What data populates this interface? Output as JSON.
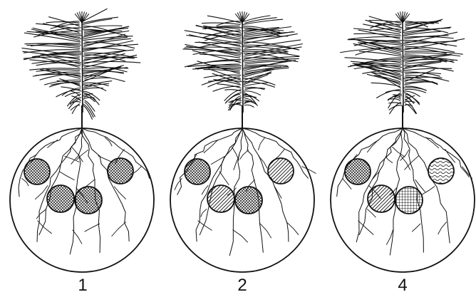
{
  "panels": [
    {
      "label": "1",
      "patches": [
        {
          "fill": "crosshatch-fine"
        },
        {
          "fill": "crosshatch-fine"
        },
        {
          "fill": "crosshatch-fine"
        },
        {
          "fill": "crosshatch-fine"
        }
      ]
    },
    {
      "label": "2",
      "patches": [
        {
          "fill": "crosshatch-fine"
        },
        {
          "fill": "diagonal-lines"
        },
        {
          "fill": "crosshatch-fine"
        },
        {
          "fill": "diagonal-lines"
        }
      ]
    },
    {
      "label": "4",
      "patches": [
        {
          "fill": "crosshatch-fine"
        },
        {
          "fill": "diagonal-lines"
        },
        {
          "fill": "grid-coarse"
        },
        {
          "fill": "wavy-lines"
        }
      ]
    }
  ],
  "colors": {
    "ink": "#111111",
    "background": "#ffffff"
  }
}
